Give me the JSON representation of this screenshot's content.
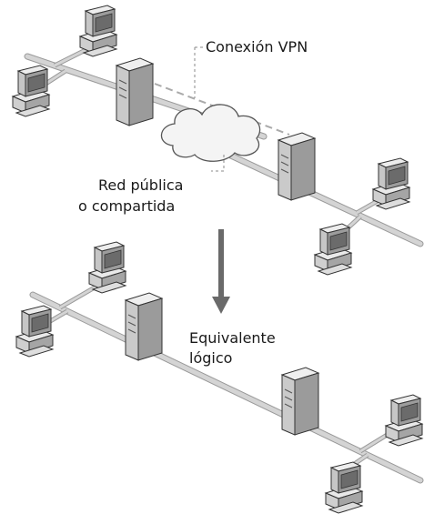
{
  "labels": {
    "vpn_connection": "Conexión VPN",
    "public_network_line1": "Red pública",
    "public_network_line2": "o compartida",
    "logical_equivalent_line1": "Equivalente",
    "logical_equivalent_line2": "lógico"
  },
  "colors": {
    "network_line": "#c8c8c8",
    "network_line_edge": "#9a9a9a",
    "device_light": "#e8e8e8",
    "device_mid": "#c4c4c4",
    "device_dark": "#8e8e8e",
    "device_outline": "#333333",
    "screen": "#6f6f6f",
    "arrow": "#666666",
    "tunnel": "#aaaaaa"
  },
  "icons": [
    "computer-icon",
    "server-icon",
    "cloud-icon",
    "down-arrow-icon"
  ]
}
